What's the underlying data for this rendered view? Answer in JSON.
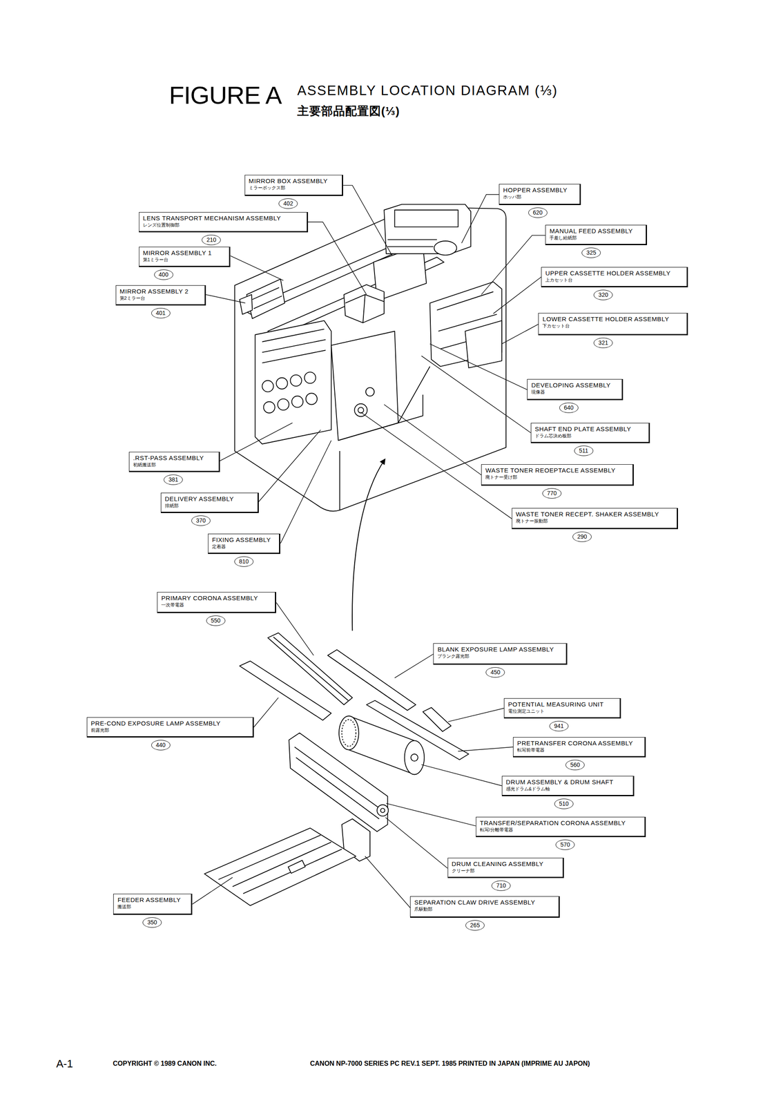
{
  "diagram": {
    "title": "ASSEMBLY LOCATION DIAGRAM (⅓)",
    "nodes": [
      {
        "text": [
          "MIRROR BOX ASSEMBLY",
          "ミラーボックス部"
        ]
      },
      {
        "text": [
          "402"
        ]
      },
      {
        "text": [
          "HOPPER ASSEMBLY",
          "ホッパ部"
        ]
      },
      {
        "text": [
          "620"
        ]
      },
      {
        "text": [
          "LENS TRANSPORT MECHANISM ASSEMBLY",
          "レンズ位置制御部"
        ]
      },
      {
        "text": [
          "210"
        ]
      },
      {
        "text": [
          "MANUAL FEED ASSEMBLY",
          "手差し給紙部"
        ]
      },
      {
        "text": [
          "325"
        ]
      },
      {
        "text": [
          "MIRROR ASSEMBLY 1",
          "第1ミラー台"
        ]
      },
      {
        "text": [
          "400"
        ]
      },
      {
        "text": [
          "UPPER CASSETTE HOLDER ASSEMBLY",
          "上カセット台"
        ]
      },
      {
        "text": [
          "320"
        ]
      },
      {
        "text": [
          "MIRROR ASSEMBLY 2",
          "第2ミラー台"
        ]
      },
      {
        "text": [
          "401"
        ]
      },
      {
        "text": [
          "LOWER CASSETTE HOLDER ASSEMBLY",
          "下カセット台"
        ]
      },
      {
        "text": [
          "321"
        ]
      },
      {
        "text": [
          "DEVELOPING ASSEMBLY",
          "現像器"
        ]
      },
      {
        "text": [
          "640"
        ]
      },
      {
        "text": [
          "SHAFT END PLATE ASSEMBLY",
          "ドラム芯決め板部"
        ]
      },
      {
        "text": [
          "511"
        ]
      },
      {
        "text": [
          ".RST-PASS ASSEMBLY",
          "初紙搬送部"
        ]
      },
      {
        "text": [
          "381"
        ]
      },
      {
        "text": [
          "WASTE TONER REOEPTACLE ASSEMBLY",
          "廃トナー受け部"
        ]
      },
      {
        "text": [
          "770"
        ]
      },
      {
        "text": [
          "DELIVERY ASSEMBLY",
          "排紙部"
        ]
      },
      {
        "text": [
          "370"
        ]
      },
      {
        "text": [
          "WASTE TONER RECEPT. SHAKER ASSEMBLY",
          "廃トナー振動部"
        ]
      },
      {
        "text": [
          "290"
        ]
      },
      {
        "text": [
          "FIXING ASSEMBLY",
          "定着器"
        ]
      },
      {
        "text": [
          "810"
        ]
      },
      {
        "text": [
          "PRIMARY CORONA ASSEMBLY",
          "一次帯電器"
        ]
      },
      {
        "text": [
          "550"
        ]
      },
      {
        "text": [
          "BLANK EXPOSURE LAMP ASSEMBLY",
          "ブランク露光部"
        ]
      },
      {
        "text": [
          "450"
        ]
      },
      {
        "text": [
          "POTENTIAL MEASURING UNIT",
          "電位測定ユニット"
        ]
      },
      {
        "text": [
          "941"
        ]
      },
      {
        "text": [
          "PRE-COND EXPOSURE LAMP ASSEMBLY",
          "前露光部"
        ]
      },
      {
        "text": [
          "440"
        ]
      },
      {
        "text": [
          "PRETRANSFER CORONA ASSEMBLY",
          "転写前帯電器"
        ]
      },
      {
        "text": [
          "560"
        ]
      },
      {
        "text": [
          "DRUM ASSEMBLY & DRUM SHAFT",
          "感光ドラム&ドラム軸"
        ]
      },
      {
        "text": [
          "510"
        ]
      },
      {
        "text": [
          "TRANSFER/SEPARATION CORONA ASSEMBLY",
          "転写/分離帯電器"
        ]
      },
      {
        "text": [
          "570"
        ]
      },
      {
        "text": [
          "DRUM CLEANING ASSEMBLY",
          "クリーナ部"
        ]
      },
      {
        "text": [
          "710"
        ]
      },
      {
        "text": [
          "FEEDER ASSEMBLY",
          "搬送部"
        ]
      },
      {
        "text": [
          "350"
        ]
      },
      {
        "text": [
          "SEPARATION CLAW DRIVE ASSEMBLY",
          "爪駆動部"
        ]
      },
      {
        "text": [
          "265"
        ]
      }
    ],
    "labels": [
      "FIGURE A",
      "主要部品配置図(⅓)",
      "A-1",
      "COPYRIGHT © 1989 CANON INC.",
      "CANON NP-7000 SERIES PC REV.1 SEPT. 1985 PRINTED IN JAPAN (IMPRIME AU JAPON)"
    ]
  }
}
